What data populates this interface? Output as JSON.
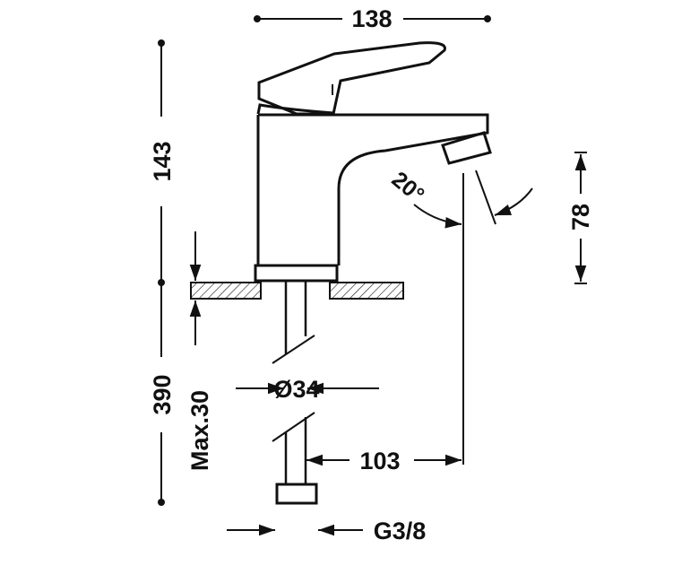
{
  "dimensions": {
    "total_width": "138",
    "total_height": "143",
    "angle": "20°",
    "spout_height": "78",
    "below_counter": "390",
    "max_counter": "Max.30",
    "diameter": "Ø34",
    "reach": "103",
    "connection": "G3/8"
  }
}
